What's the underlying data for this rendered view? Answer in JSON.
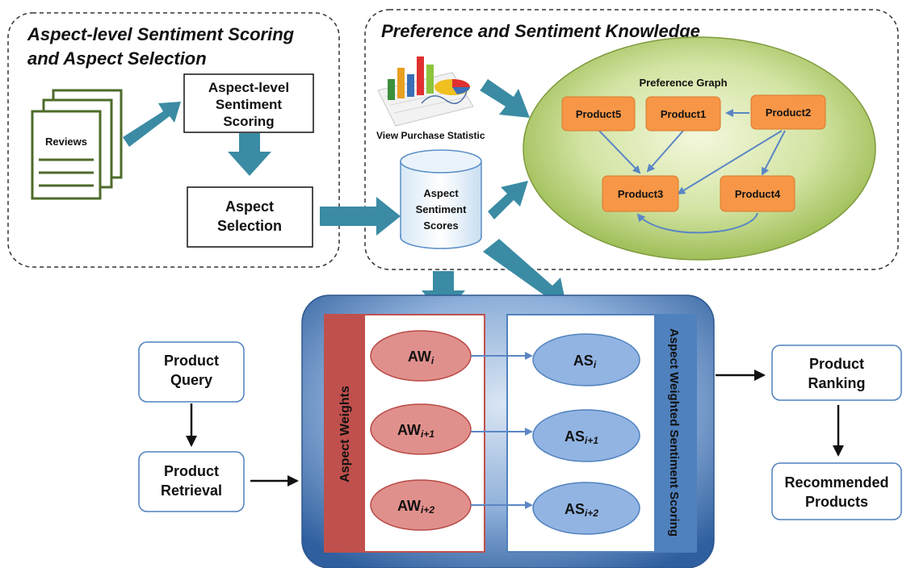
{
  "sections": {
    "left_title_line1": "Aspect-level Sentiment Scoring",
    "left_title_line2": "and Aspect Selection",
    "right_title": "Preference and Sentiment Knowledge"
  },
  "reviews": {
    "label": "Reviews"
  },
  "scoring_box": {
    "line1": "Aspect-level",
    "line2": "Sentiment",
    "line3": "Scoring"
  },
  "selection_box": {
    "line1": "Aspect",
    "line2": "Selection"
  },
  "statistic": {
    "label": "View Purchase Statistic",
    "icon": "chart-icon"
  },
  "database": {
    "line1": "Aspect",
    "line2": "Sentiment",
    "line3": "Scores"
  },
  "preference_graph": {
    "title": "Preference Graph",
    "nodes": {
      "p5": "Product5",
      "p1": "Product1",
      "p2": "Product2",
      "p3": "Product3",
      "p4": "Product4"
    }
  },
  "weights_panel": {
    "label": "Aspect Weights",
    "items": [
      {
        "base": "AW",
        "sub": "i"
      },
      {
        "base": "AW",
        "sub": "i+1"
      },
      {
        "base": "AW",
        "sub": "i+2"
      }
    ]
  },
  "scoring_panel": {
    "label": "Aspect Weighted Sentiment  Scoring",
    "items": [
      {
        "base": "AS",
        "sub": "i"
      },
      {
        "base": "AS",
        "sub": "i+1"
      },
      {
        "base": "AS",
        "sub": "i+2"
      }
    ]
  },
  "query_box": {
    "line1": "Product",
    "line2": "Query"
  },
  "retrieval_box": {
    "line1": "Product",
    "line2": "Retrieval"
  },
  "ranking_box": {
    "line1": "Product",
    "line2": "Ranking"
  },
  "recommended_box": {
    "line1": "Recommended",
    "line2": "Products"
  },
  "colors": {
    "teal_arrow": "#3a8ba3",
    "graph_fill_light": "#f1f6d6",
    "graph_fill_dark": "#a3c25a",
    "node_orange": "#f79646",
    "panel_blue": "#3f6fb0",
    "weights_red": "#c0504d",
    "ellipse_red": "#e0908c",
    "ellipse_blue": "#92b4e2",
    "scoring_bar": "#4f81bd"
  }
}
